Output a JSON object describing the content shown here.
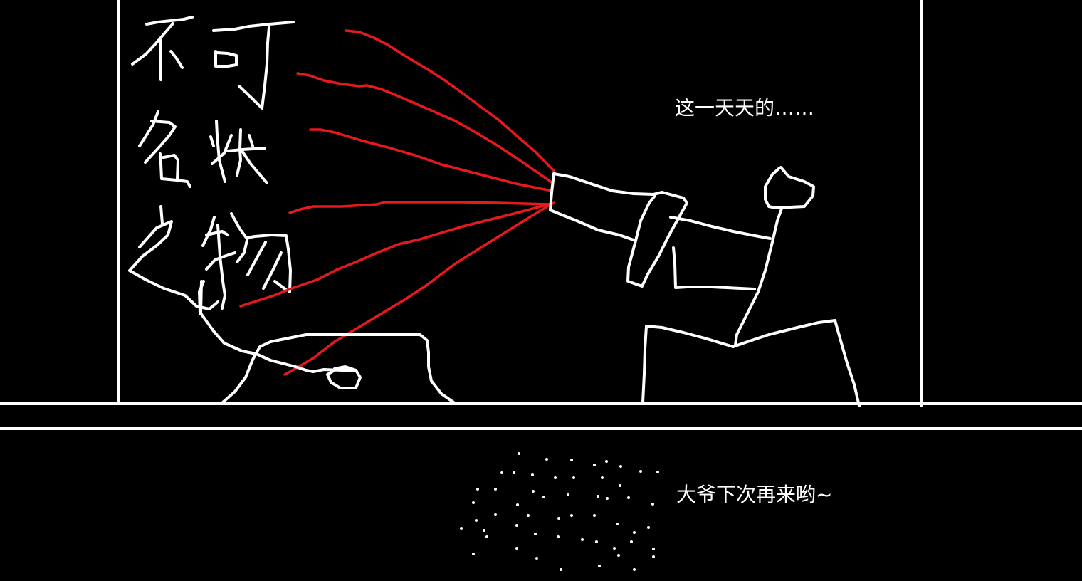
{
  "scene": {
    "background_color": "#000000",
    "line_color": "#ffffff",
    "ray_color": "#e8191c"
  },
  "captions": {
    "top": "这一天天的……",
    "bottom": "大爷下次再来哟~"
  },
  "handwritten_label": {
    "text": "不可名状之物",
    "characters": [
      "不",
      "可",
      "名",
      "状",
      "之",
      "物"
    ]
  },
  "figures": {
    "left_object": "mound-shaped-machine",
    "right_figure": "stick-figure-seated-with-megaphone",
    "dust_cloud": "scattered-dots"
  }
}
